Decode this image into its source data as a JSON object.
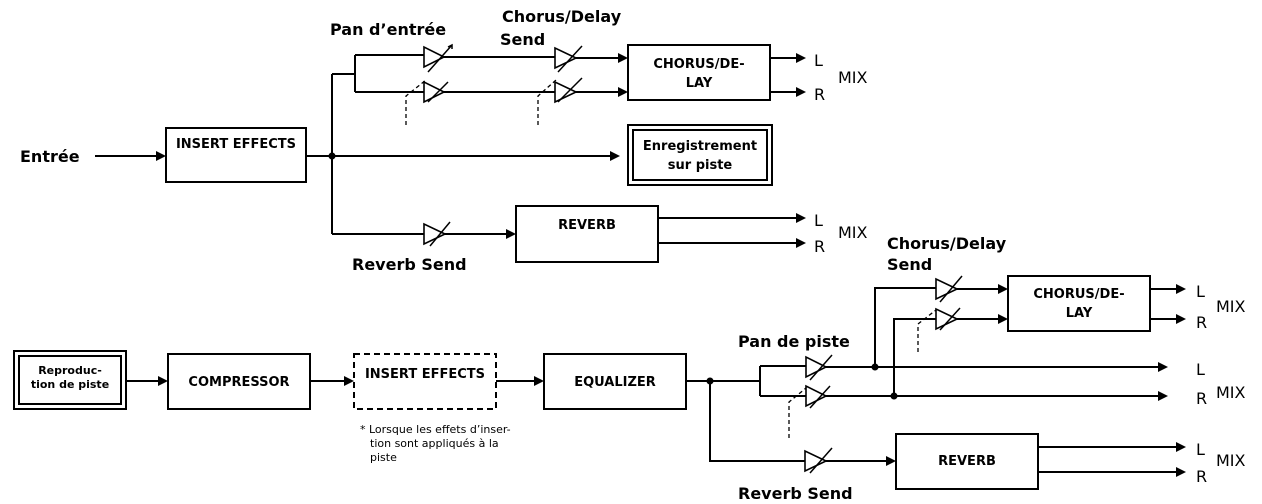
{
  "blocks": {
    "insert_effects": "INSERT EFFECTS",
    "chorus_delay_1": [
      "CHORUS/DE-",
      "LAY"
    ],
    "track_recording": [
      "Enregistrement",
      "sur piste"
    ],
    "reverb_1": "REVERB",
    "track_playback": [
      "Reproduc-",
      "tion de piste"
    ],
    "compressor": "COMPRESSOR",
    "insert_effects_2": "INSERT EFFECTS",
    "equalizer": "EQUALIZER",
    "chorus_delay_2": [
      "CHORUS/DE-",
      "LAY"
    ],
    "reverb_2": "REVERB"
  },
  "labels": {
    "input": "Entrée",
    "input_pan": "Pan d’entrée",
    "chorus_delay_send_1": [
      "Chorus/Delay",
      "Send"
    ],
    "reverb_send_1": "Reverb Send",
    "chorus_delay_send_2": [
      "Chorus/Delay",
      "Send"
    ],
    "track_pan": "Pan de piste",
    "reverb_send_2": "Reverb Send"
  },
  "outputs": {
    "left": "L",
    "right": "R",
    "mix": "MIX"
  },
  "note": [
    "* Lorsque les effets d’inser-",
    "tion sont appliqués à la",
    "piste"
  ]
}
